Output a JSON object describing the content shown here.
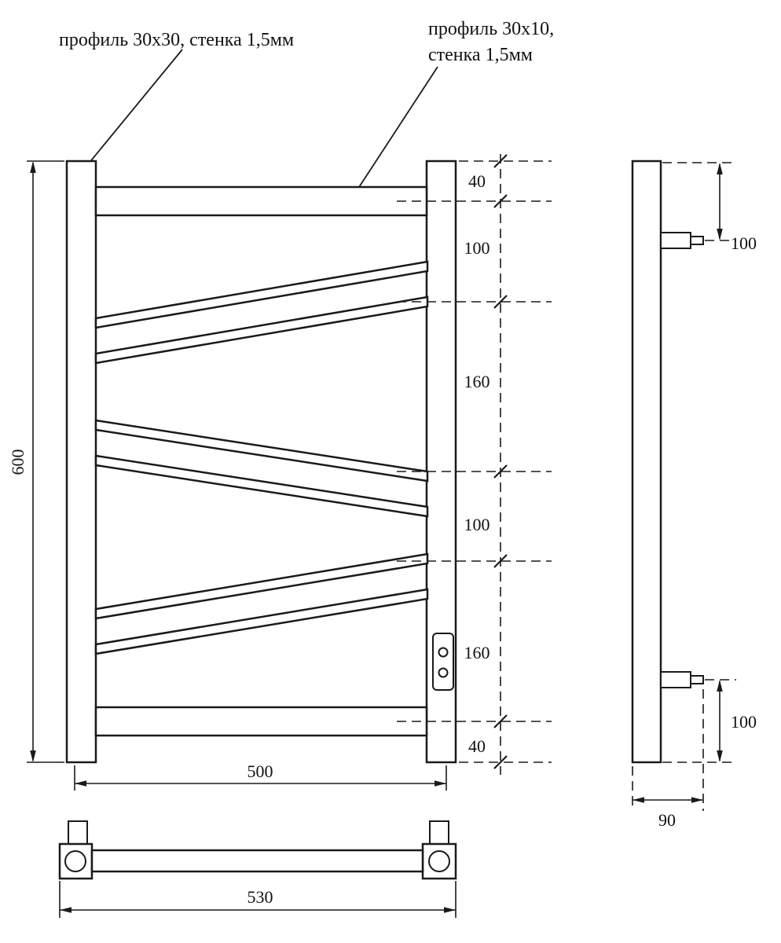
{
  "annotations": {
    "profile_posts": "профиль 30x30, стенка 1,5мм",
    "profile_rungs_line1": "профиль 30x10,",
    "profile_rungs_line2": "стенка 1,5мм"
  },
  "front_view": {
    "height": "600",
    "width": "500",
    "chain": [
      "40",
      "100",
      "160",
      "100",
      "160",
      "40"
    ]
  },
  "bottom_view": {
    "width": "530"
  },
  "side_view": {
    "top_offset": "100",
    "bottom_offset": "100",
    "depth": "90"
  },
  "colors": {
    "line": "#1a1a1a",
    "background": "#ffffff"
  }
}
